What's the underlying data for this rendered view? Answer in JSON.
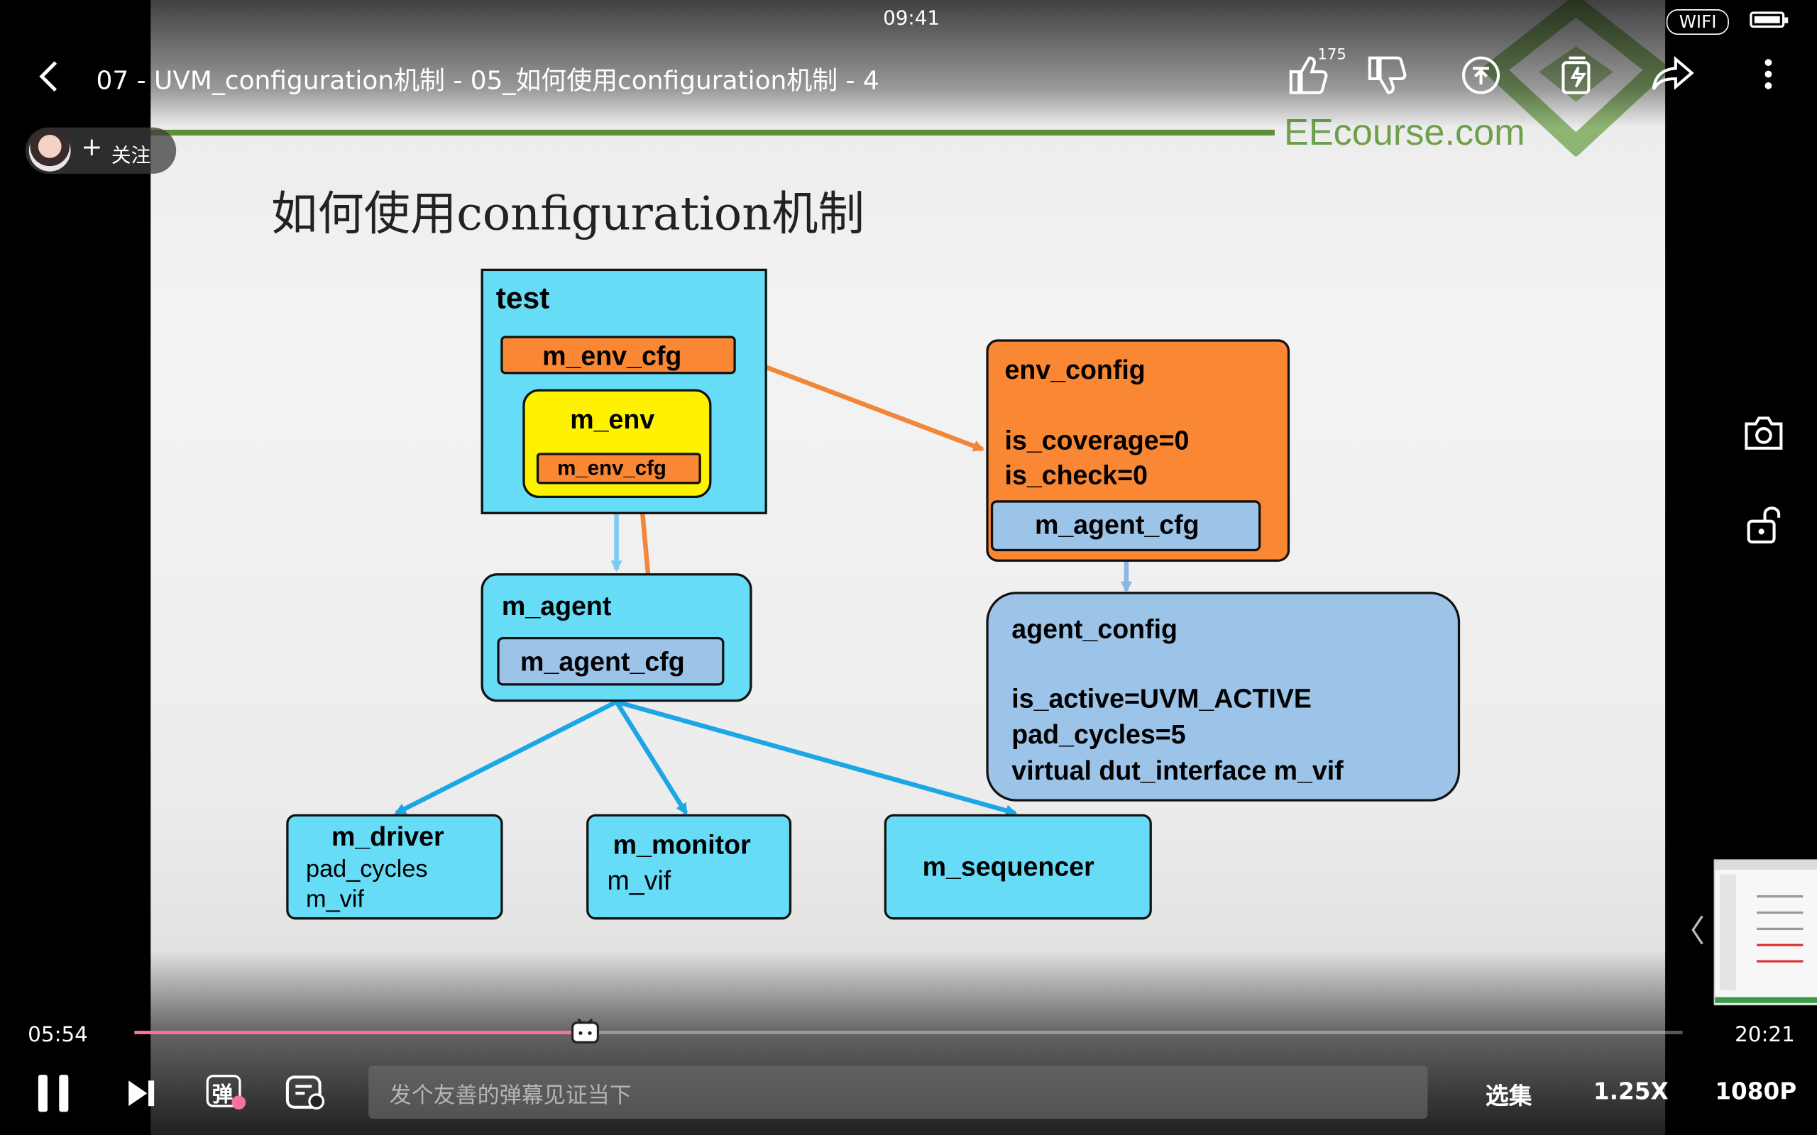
{
  "status_bar": {
    "time": "09:41",
    "wifi": "WIFI"
  },
  "header": {
    "title": "07 - UVM_configuration机制 - 05_如何使用configuration机制 - 4",
    "like_count": "175",
    "follow_label": "关注"
  },
  "slide": {
    "watermark": "EEcourse.com",
    "heading": "如何使用configuration机制",
    "test_label": "test",
    "test_env_cfg": "m_env_cfg",
    "env_label": "m_env",
    "env_cfg": "m_env_cfg",
    "agent_label": "m_agent",
    "agent_cfg": "m_agent_cfg",
    "env_config": {
      "title": "env_config",
      "line1": "is_coverage=0",
      "line2": "is_check=0",
      "sub": "m_agent_cfg"
    },
    "agent_config": {
      "title": "agent_config",
      "line1": "is_active=UVM_ACTIVE",
      "line2": "pad_cycles=5",
      "line3": "virtual dut_interface m_vif"
    },
    "driver": {
      "title": "m_driver",
      "line1": "pad_cycles",
      "line2": "m_vif"
    },
    "monitor": {
      "title": "m_monitor",
      "line1": "m_vif"
    },
    "sequencer": {
      "title": "m_sequencer"
    },
    "colors": {
      "test_blue": "#66dcf6",
      "orange": "#fa8733",
      "yellow": "#fff200",
      "config_blue": "#9cc3e8",
      "arrow_blue": "#1ba6e6",
      "arrow_orange": "#f0873a"
    }
  },
  "controls": {
    "current_time": "05:54",
    "total_time": "20:21",
    "progress": 0.291,
    "danmaku_placeholder": "发个友善的弹幕见证当下",
    "danmaku_toggle": "弹",
    "episodes": "选集",
    "speed": "1.25X",
    "quality": "1080P"
  },
  "icons": [
    "back-icon",
    "like-icon",
    "dislike-icon",
    "coin-icon",
    "favorite-icon",
    "share-icon",
    "more-icon",
    "camera-icon",
    "lock-icon",
    "pause-icon",
    "next-icon",
    "danmaku-icon",
    "danmaku-settings-icon",
    "expand-icon"
  ]
}
